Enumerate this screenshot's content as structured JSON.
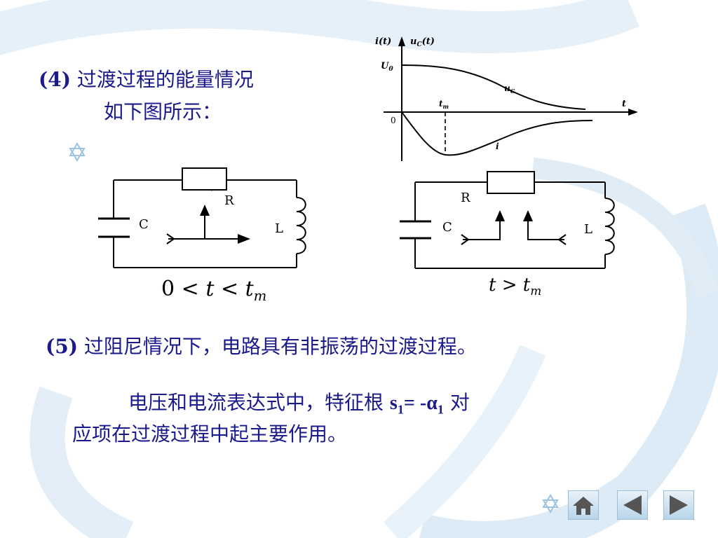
{
  "slide": {
    "item4": {
      "label": "(4)",
      "line1": "过渡过程的能量情况",
      "line2": "如下图所示："
    },
    "graph": {
      "y_label_i": "i(t)",
      "y_label_uc": "u",
      "y_label_uc_sub": "C",
      "y_label_uc_arg": "(t)",
      "u0": "U",
      "u0_sub": "0",
      "tm": "t",
      "tm_sub": "m",
      "t_axis": "t",
      "zero": "0",
      "curve_uc": "u",
      "curve_uc_sub": "C",
      "curve_i": "i"
    },
    "circuit1": {
      "R": "R",
      "C": "C",
      "L": "L",
      "cond": {
        "zero": "0",
        "lt1": "<",
        "t": "t",
        "lt2": "<",
        "tm": "t",
        "tm_sub": "m"
      }
    },
    "circuit2": {
      "R": "R",
      "C": "C",
      "L": "L",
      "cond": {
        "t": "t",
        "gt": ">",
        "tm": "t",
        "tm_sub": "m"
      }
    },
    "item5": {
      "label": "(5)",
      "text": "过阻尼情况下，电路具有非振荡的过渡过程。"
    },
    "para": {
      "part1": "电压和电流表达式中，特征根",
      "s": "s",
      "s_sub": "1",
      "eq": "= -",
      "alpha": "α",
      "alpha_sub": "1",
      "part2": "对",
      "line2": "应项在过渡过程中起主要作用。"
    }
  },
  "nav": {
    "home_icon": "home-icon",
    "prev_icon": "triangle-left-icon",
    "next_icon": "triangle-right-icon"
  },
  "colors": {
    "text": "#1a1a8c",
    "decor": "#cfe3f3",
    "nav": "#b9d5ea"
  }
}
